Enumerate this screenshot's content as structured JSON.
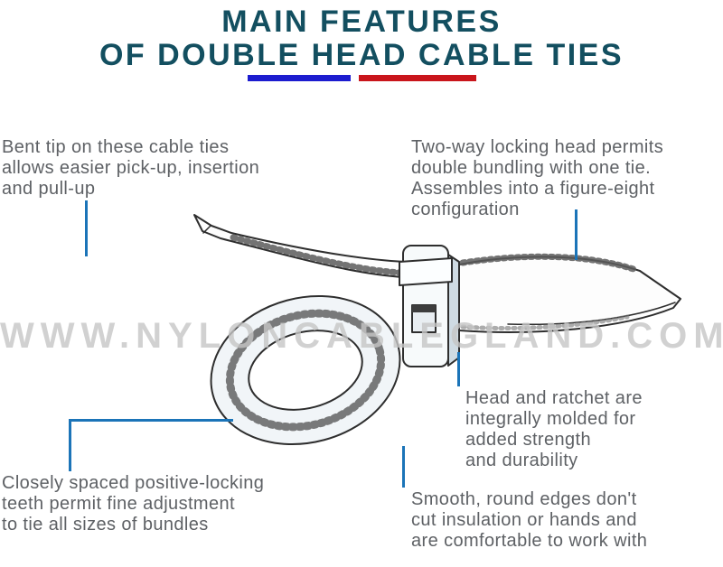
{
  "title": {
    "line1": "MAIN FEATURES",
    "line2": "OF DOUBLE HEAD CABLE TIES"
  },
  "watermark": "WWW.NYLONCABLEGLAND.COM",
  "callouts": [
    {
      "id": "bent-tip",
      "lines": [
        "Bent tip on these cable ties",
        "allows easier pick-up, insertion",
        "and pull-up"
      ]
    },
    {
      "id": "two-way-locking-head",
      "lines": [
        "Two-way locking head permits",
        "double bundling with one tie.",
        "Assembles into a figure-eight",
        "configuration"
      ]
    },
    {
      "id": "head-and-ratchet",
      "lines": [
        "Head and ratchet are",
        "integrally molded for",
        "added strength",
        "and durability"
      ]
    },
    {
      "id": "locking-teeth",
      "lines": [
        "Closely spaced positive-locking",
        "teeth permit fine adjustment",
        "to tie all sizes of bundles"
      ]
    },
    {
      "id": "smooth-edges",
      "lines": [
        "Smooth, round edges don't",
        "cut insulation or hands and",
        "are comfortable to work with"
      ]
    }
  ],
  "colors": {
    "title_teal": "#134f60",
    "divider_blue": "#1c1ccf",
    "divider_red": "#c9151b",
    "leader_line_blue": "#1b74b8",
    "body_text_gray": "#5e6165",
    "watermark_gray": "#c6c6c6"
  }
}
